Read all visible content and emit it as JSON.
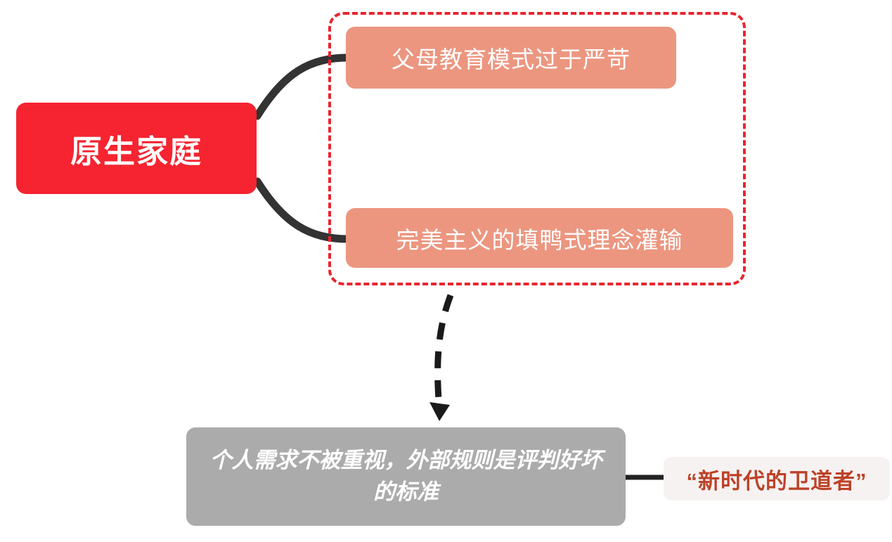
{
  "diagram": {
    "title": "原生家庭 mind map",
    "colors": {
      "root": "#F52430",
      "child": "#EC9680",
      "outcome": "#ABABAB",
      "dashed_border": "#E8252F",
      "connector": "#333333",
      "annotation_text": "#BC4228",
      "annotation_bg": "#F6F2F1",
      "node_text": "#FFFFFF"
    },
    "root": {
      "label": "原生家庭"
    },
    "group": {
      "border_style": "dashed",
      "children": [
        {
          "label": "父母教育模式过于严苛"
        },
        {
          "label": "完美主义的填鸭式理念灌输"
        }
      ]
    },
    "outcome": {
      "label": "个人需求不被重视，外部规则是评判好坏的标准"
    },
    "annotation": {
      "label": "“新时代的卫道者”"
    },
    "connectors": [
      {
        "name": "root-to-child-1",
        "style": "solid-curve"
      },
      {
        "name": "root-to-child-2",
        "style": "solid-curve"
      },
      {
        "name": "group-to-outcome",
        "style": "dashed-arrow"
      },
      {
        "name": "outcome-to-annotation",
        "style": "solid-straight"
      }
    ]
  }
}
